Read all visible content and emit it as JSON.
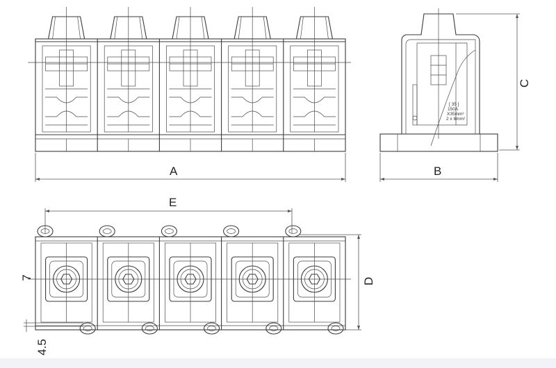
{
  "labels": {
    "A": "A",
    "B": "B",
    "C": "C",
    "D": "D",
    "E": "E",
    "seven": "7",
    "four_five": "4.5"
  },
  "side_label": [
    "[ 35 ]",
    "150A",
    "X35mm²",
    "2 x 6mm²"
  ],
  "poles": 5
}
